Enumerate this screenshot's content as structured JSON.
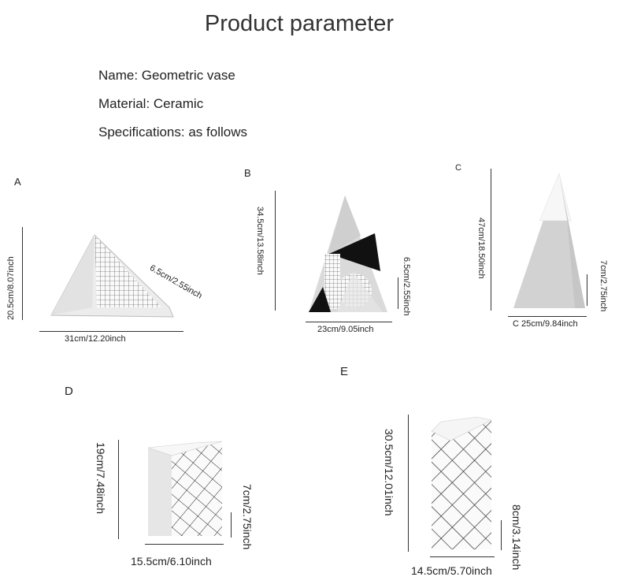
{
  "title": "Product parameter",
  "info": {
    "name": "Name: Geometric vase",
    "material": "Material: Ceramic",
    "specs": "Specifications: as follows"
  },
  "products": {
    "a": {
      "label": "A",
      "height": "20.5cm/8.07inch",
      "width": "31cm/12.20inch",
      "depth": "6.5cm/2.55inch"
    },
    "b": {
      "label": "B",
      "height": "34.5cm/13.58inch",
      "width": "23cm/9.05inch",
      "depth": "6.5cm/2.55inch"
    },
    "c": {
      "label": "C",
      "height": "47cm/18.50inch",
      "width_prefix": "C",
      "width": "25cm/9.84inch",
      "depth": "7cm/2.75inch"
    },
    "d": {
      "label": "D",
      "height": "19cm/7.48inch",
      "width": "15.5cm/6.10inch",
      "depth": "7cm/2.75inch"
    },
    "e": {
      "label": "E",
      "height": "30.5cm/12.01inch",
      "width": "14.5cm/5.70inch",
      "depth": "8cm/3.14inch"
    }
  },
  "colors": {
    "white": "#f4f4f4",
    "gray": "#cfcfcf",
    "black": "#111111"
  }
}
